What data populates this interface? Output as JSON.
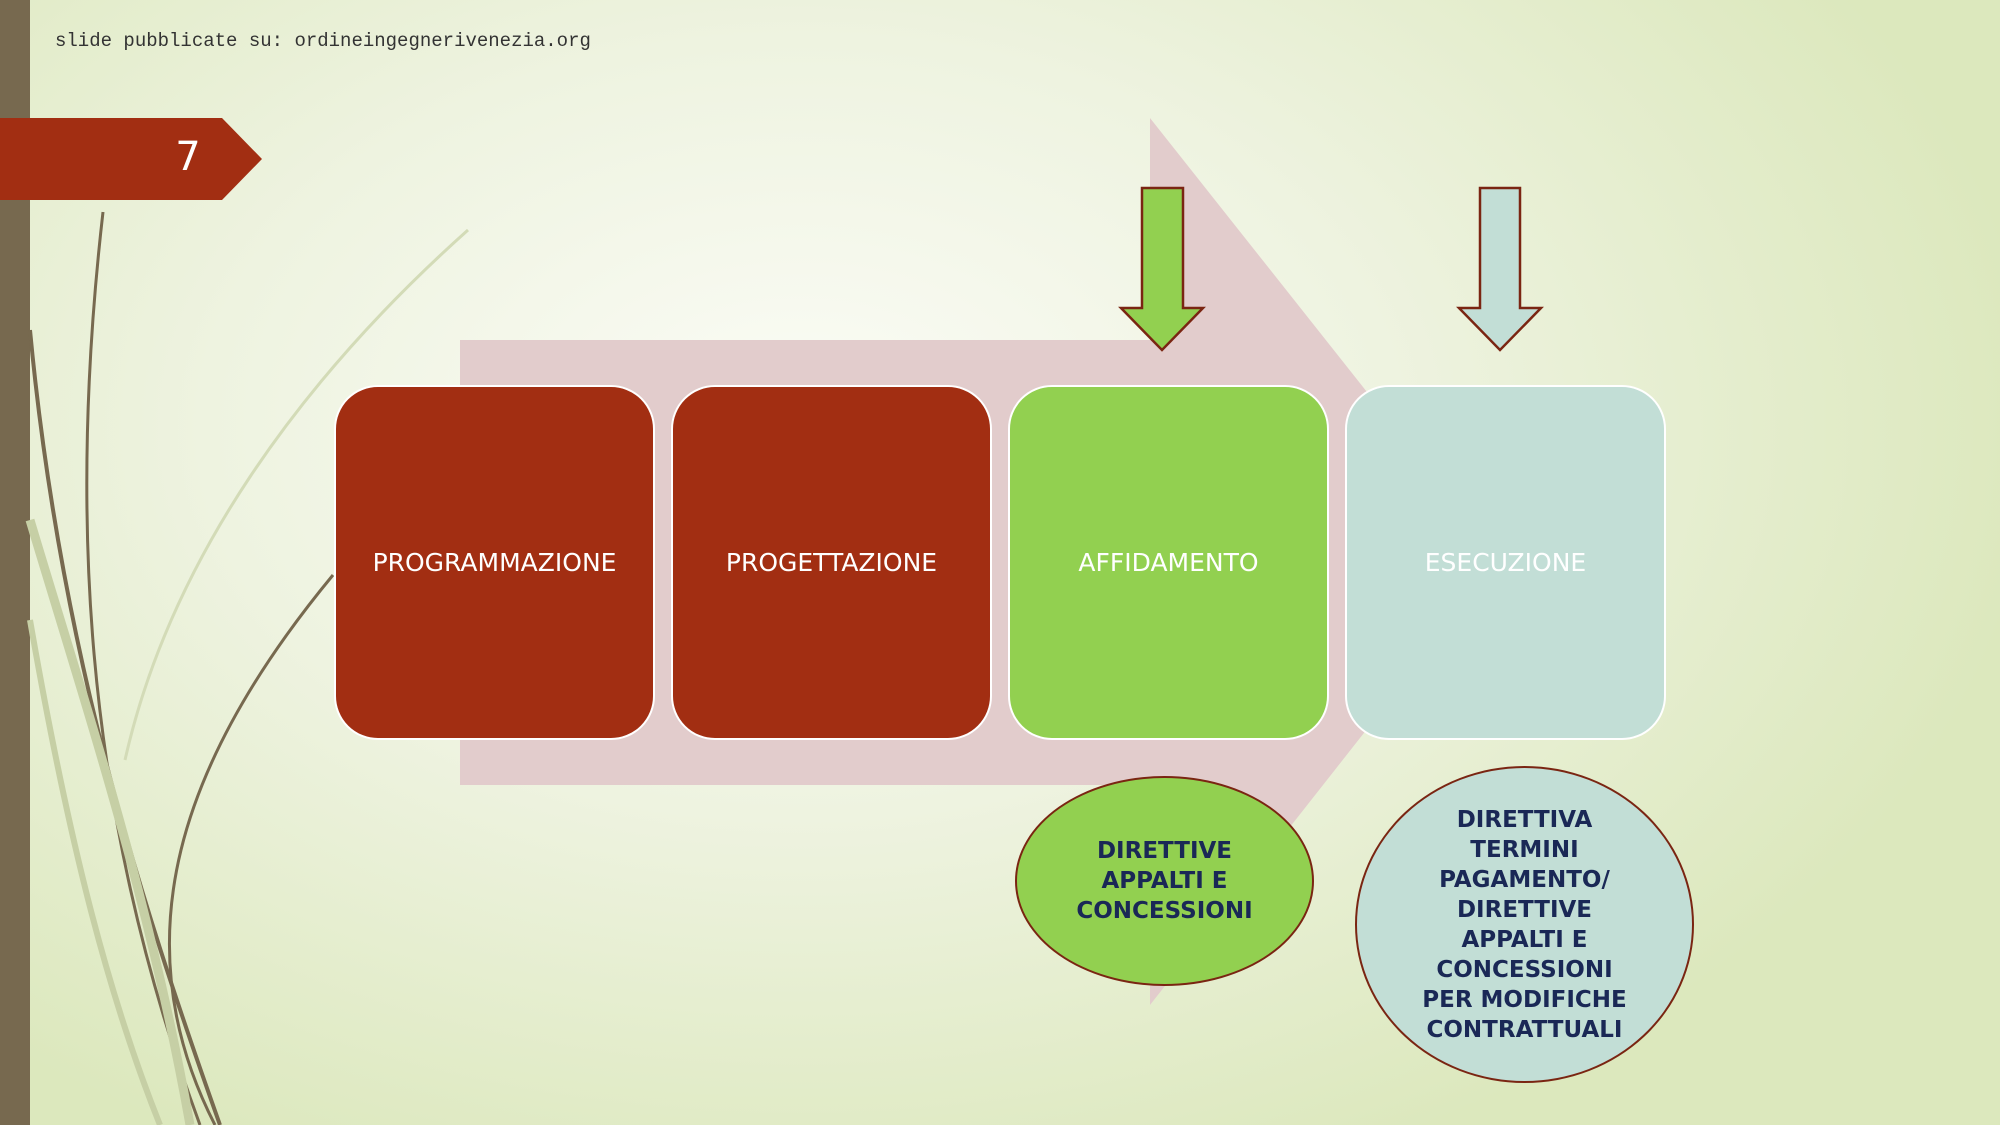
{
  "header": {
    "source_note": "slide pubblicate su: ordineingegnerivenezia.org"
  },
  "slide": {
    "number": "7"
  },
  "process": {
    "steps": [
      {
        "label": "PROGRAMMAZIONE",
        "color": "#a22e12"
      },
      {
        "label": "PROGETTAZIONE",
        "color": "#a22e12"
      },
      {
        "label": "AFFIDAMENTO",
        "color": "#92d050"
      },
      {
        "label": "ESECUZIONE",
        "color": "#c2ded6"
      }
    ]
  },
  "notes": [
    {
      "text": "DIRETTIVE\nAPPALTI E\nCONCESSIONI",
      "color": "#92d050",
      "attached_to": "AFFIDAMENTO"
    },
    {
      "text": "DIRETTIVA\nTERMINI\nPAGAMENTO/\nDIRETTIVE\nAPPALTI E\nCONCESSIONI\nPER MODIFICHE\nCONTRATTUALI",
      "color": "#c2ded6",
      "attached_to": "ESECUZIONE"
    }
  ],
  "colors": {
    "accent": "#a22e12",
    "big_arrow": "#e2cccc",
    "side_bar": "#77694f",
    "note_text": "#1a2856"
  }
}
